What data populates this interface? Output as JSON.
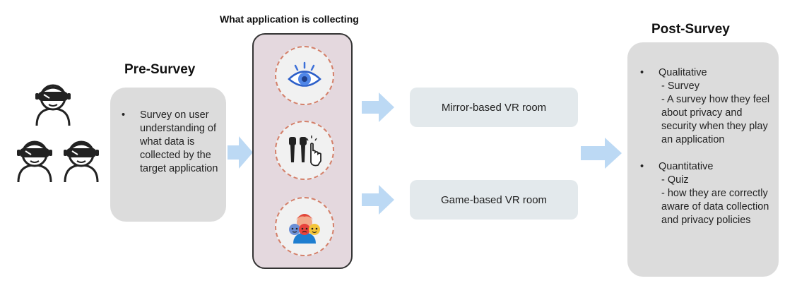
{
  "collecting": {
    "title": "What application is collecting"
  },
  "pre_survey": {
    "title": "Pre-Survey",
    "bullet": "Survey on user understanding of what data is collected by the target application"
  },
  "rooms": [
    {
      "label": "Mirror-based VR room"
    },
    {
      "label": "Game-based VR room"
    }
  ],
  "post_survey": {
    "title": "Post-Survey",
    "items": [
      {
        "label": "Qualitative",
        "sub": [
          "- Survey",
          "- A survey how they feel about privacy and security when they play an application"
        ]
      },
      {
        "label": "Quantitative",
        "sub": [
          "- Quiz",
          "- how they are correctly aware of data collection and privacy policies"
        ]
      }
    ]
  },
  "icons": [
    "vr-user-icon",
    "eye-icon",
    "vr-controllers-icon",
    "face-tracking-icon",
    "arrow-right-icon"
  ],
  "colors": {
    "arrow": "#bcd9f4",
    "panel": "#e4d8de",
    "box": "#dcdcdc",
    "room": "#e3e9ec",
    "dashed_ring": "#d4806a"
  }
}
